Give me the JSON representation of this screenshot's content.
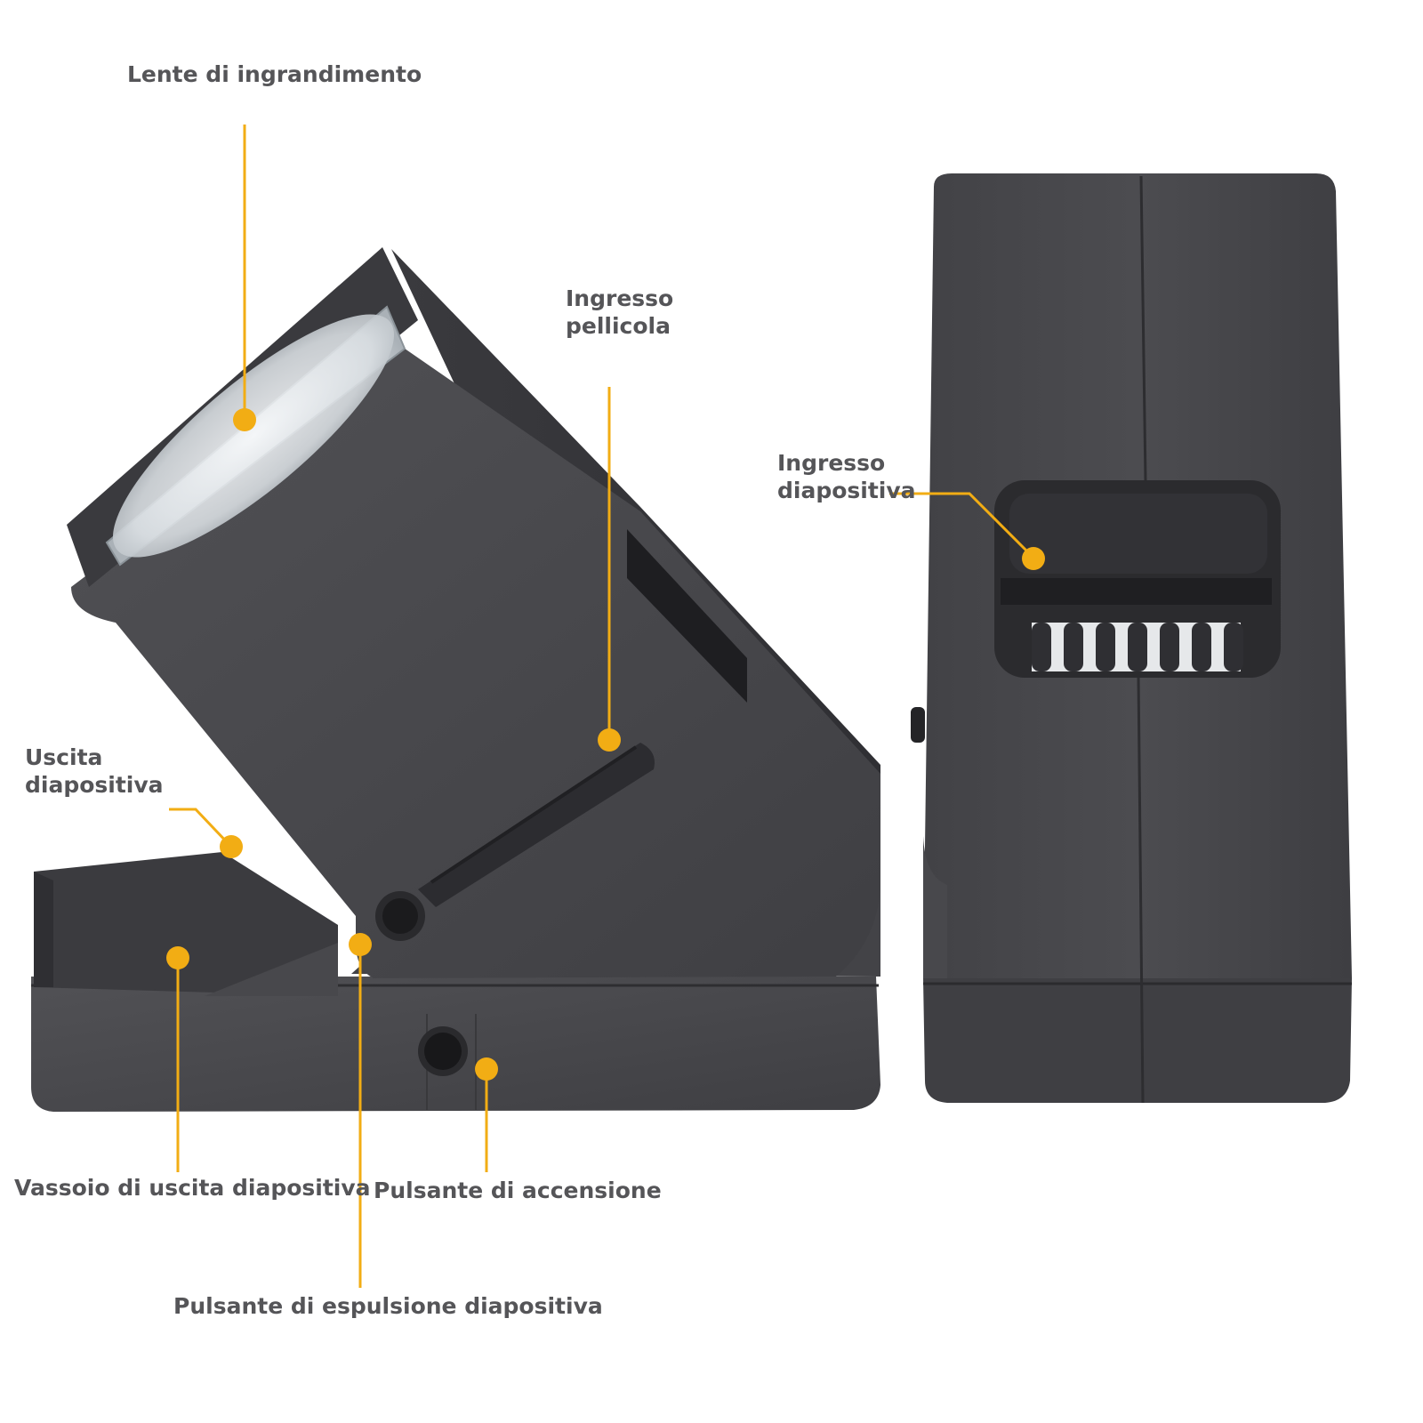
{
  "labels": {
    "magnifier": "Lente di ingrandimento",
    "film_inlet_1": "Ingresso",
    "film_inlet_2": "pellicola",
    "slide_inlet_1": "Ingresso",
    "slide_inlet_2": "diapositiva",
    "slide_exit_1": "Uscita",
    "slide_exit_2": "diapositiva",
    "exit_tray": "Vassoio di uscita diapositiva",
    "power_button": "Pulsante di accensione",
    "eject_button": "Pulsante di espulsione diapositiva"
  },
  "colors": {
    "accent": "#f2ad14",
    "label_text": "#555558",
    "device_body": "#47474b",
    "device_shadow": "#333336",
    "lens": "#dfe3e6",
    "background": "#ffffff"
  }
}
